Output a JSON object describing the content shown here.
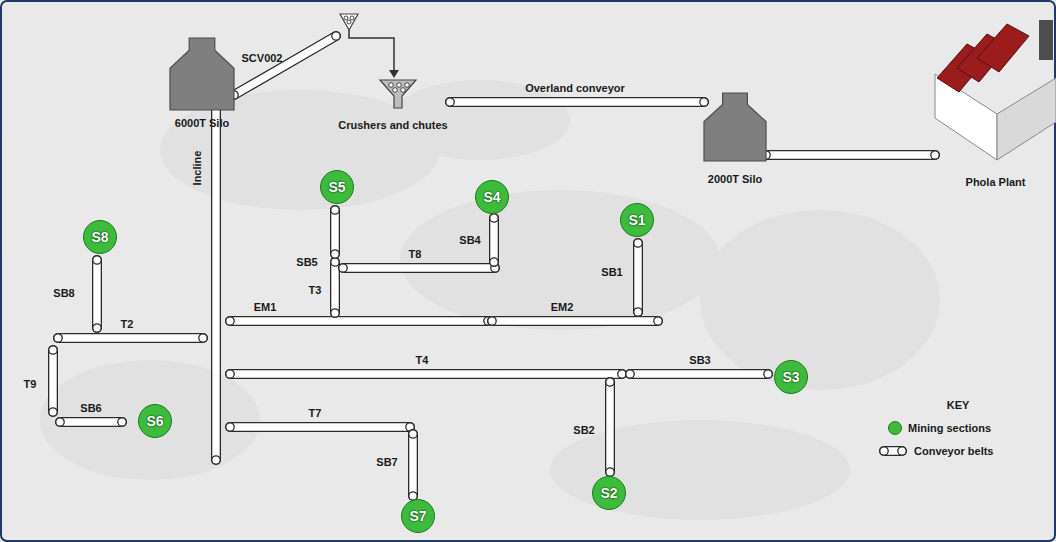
{
  "diagram": {
    "nodes": [
      {
        "text": [
          "6000T Silo"
        ]
      },
      {
        "text": [
          "Crushers and chutes"
        ]
      },
      {
        "text": [
          "2000T Silo"
        ]
      },
      {
        "text": [
          "Phola Plant"
        ]
      },
      {
        "text": [
          "S5"
        ]
      },
      {
        "text": [
          "S4"
        ]
      },
      {
        "text": [
          "S1"
        ]
      },
      {
        "text": [
          "S8"
        ]
      },
      {
        "text": [
          "S3"
        ]
      },
      {
        "text": [
          "S6"
        ]
      },
      {
        "text": [
          "S2"
        ]
      },
      {
        "text": [
          "S7"
        ]
      }
    ],
    "edges": [
      {
        "from": 0,
        "to": 1,
        "arrow": "none",
        "label": "SCV002"
      },
      {
        "from": 1,
        "to": 2,
        "arrow": "none",
        "label": "Overland conveyor"
      },
      {
        "from": 2,
        "to": 3,
        "arrow": "none"
      }
    ],
    "labels": [
      "Incline",
      "SB5",
      "SB4",
      "T8",
      "T3",
      "SB8",
      "SB1",
      "EM1",
      "EM2",
      "T2",
      "T9",
      "T4",
      "SB3",
      "SB6",
      "T7",
      "SB2",
      "SB7",
      "KEY"
    ],
    "legend": [
      {
        "text": "Mining sections",
        "color": "#3dbb3d"
      },
      {
        "text": "Conveyor belts"
      }
    ]
  }
}
